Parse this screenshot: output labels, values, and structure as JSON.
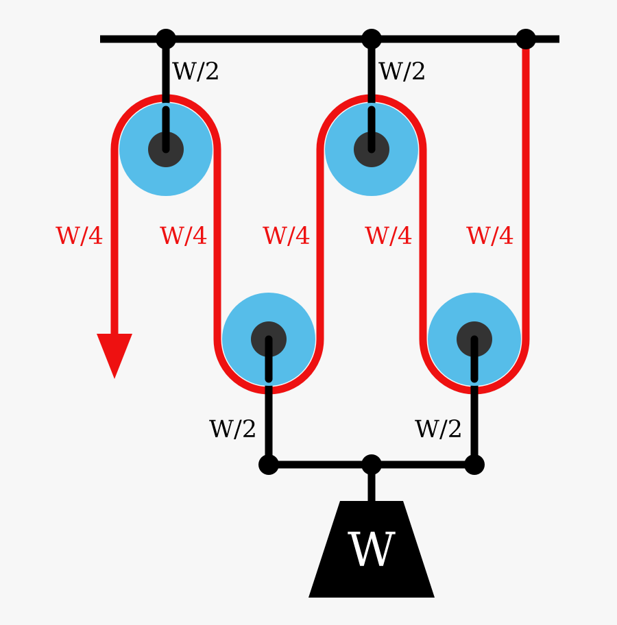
{
  "diagram": {
    "colors": {
      "background": "#f7f7f7",
      "structure": "#000000",
      "rope": "#ee1111",
      "pulley_wheel": "#56bde9",
      "pulley_hub": "#333333",
      "weight_fill": "#000000",
      "weight_text": "#ffffff",
      "black_label": "#000000"
    },
    "labels": {
      "upper_supports": [
        "W/2",
        "W/2"
      ],
      "rope_tensions": [
        "W/4",
        "W/4",
        "W/4",
        "W/4",
        "W/4"
      ],
      "lower_supports": [
        "W/2",
        "W/2"
      ],
      "weight": "W"
    }
  }
}
